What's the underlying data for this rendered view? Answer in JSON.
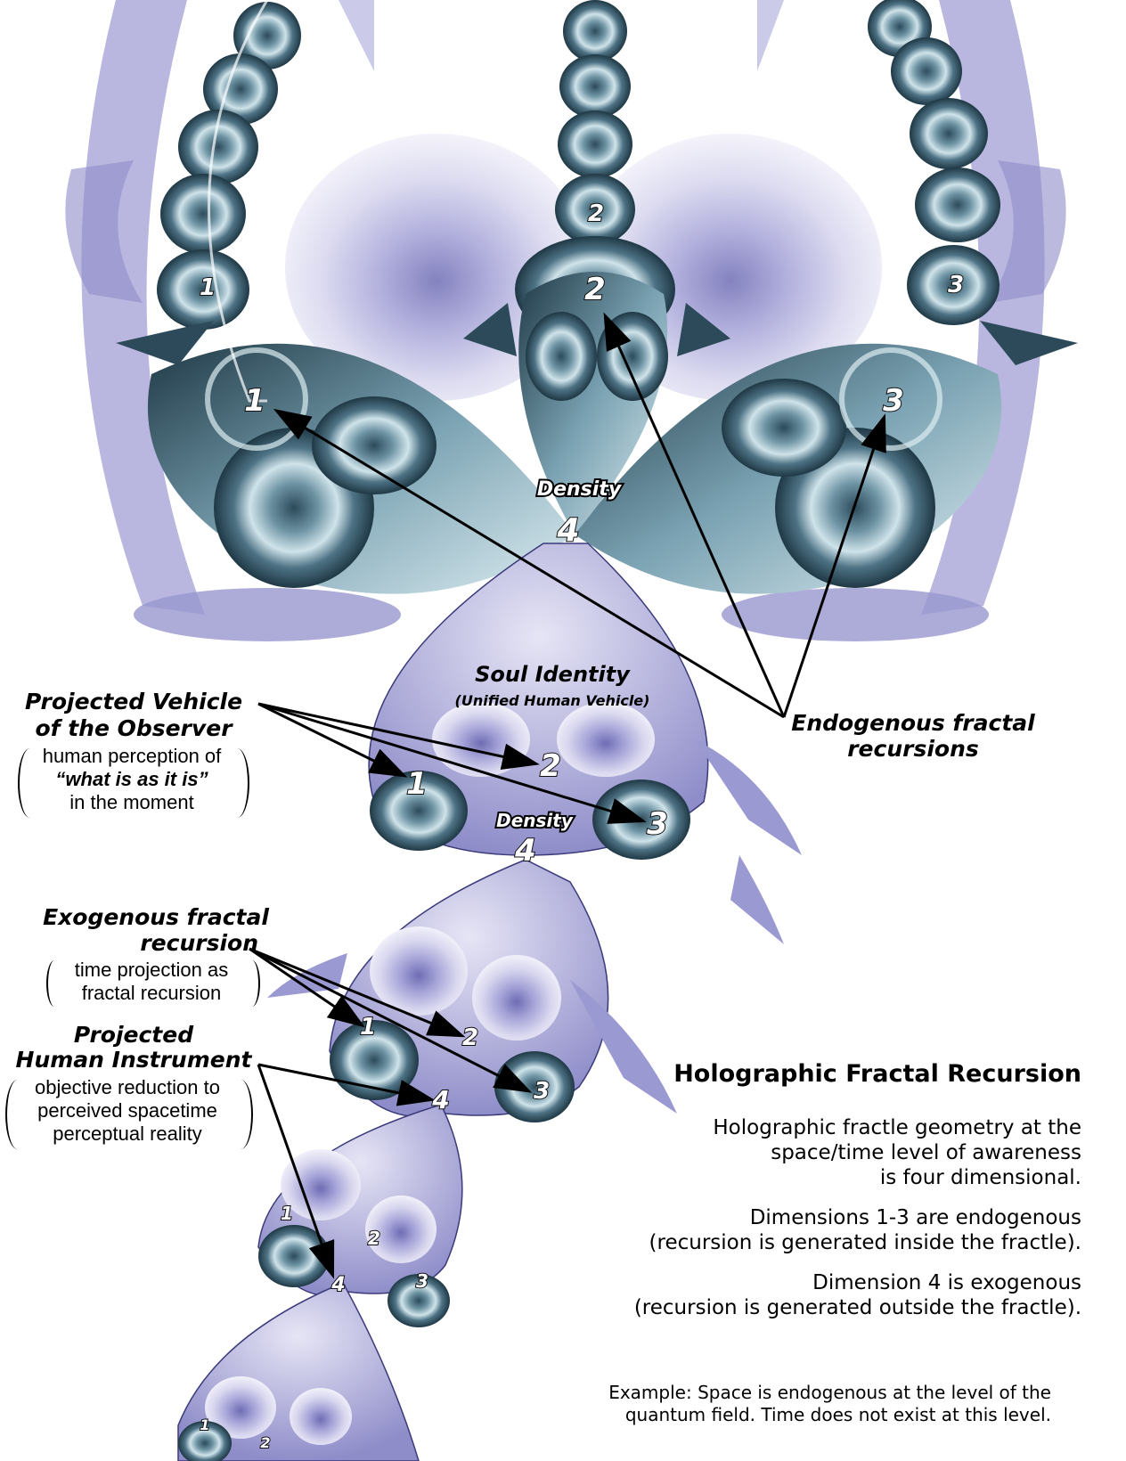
{
  "diagram": {
    "labels": {
      "density_top": "Density",
      "density_top_num": "4",
      "soul_identity": "Soul Identity",
      "unified_vehicle": "(Unified Human Vehicle)",
      "density_mid": "Density",
      "density_mid_num": "4",
      "endogenous_line1": "Endogenous fractal",
      "endogenous_line2": "recursions",
      "projected_vehicle_line1": "Projected Vehicle",
      "projected_vehicle_line2": "of the Observer",
      "projected_vehicle_desc1": "human perception of",
      "projected_vehicle_desc2": "“what is as it is”",
      "projected_vehicle_desc3": "in the moment",
      "exogenous_line1": "Exogenous fractal",
      "exogenous_line2": "recursion",
      "exogenous_desc1": "time projection as",
      "exogenous_desc2": "fractal recursion",
      "instrument_line1": "Projected",
      "instrument_line2": "Human Instrument",
      "instrument_desc1": "objective reduction to",
      "instrument_desc2": "perceived spacetime",
      "instrument_desc3": "perceptual reality"
    },
    "numbers": {
      "n1": "1",
      "n2": "2",
      "n3": "3",
      "n4": "4"
    },
    "palette": {
      "lavender": "#8e8cc8",
      "lavender_light": "#c9c7e8",
      "teal_dark": "#2c4a5a",
      "teal_mid": "#6d93a3",
      "teal_light": "#cfe3ea"
    }
  },
  "caption": {
    "title": "Holographic Fractal Recursion",
    "para1_line1": "Holographic fractle geometry at the",
    "para1_line2": "space/time level of awareness",
    "para1_line3": "is four dimensional.",
    "para2_line1": "Dimensions 1-3 are endogenous",
    "para2_line2": "(recursion is generated inside the fractle).",
    "para3_line1": "Dimension 4 is exogenous",
    "para3_line2": "(recursion is generated outside the fractle).",
    "example_line1": "Example: Space is endogenous at the level of the",
    "example_line2": "quantum field. Time does not exist at this level."
  }
}
